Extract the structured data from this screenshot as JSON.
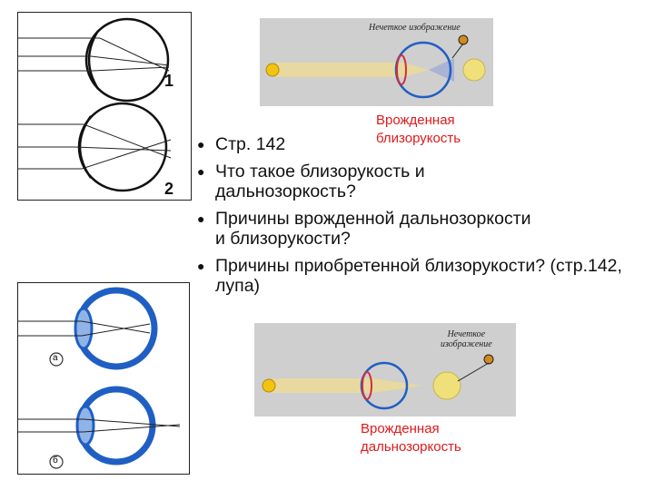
{
  "bullets": [
    "Стр. 142",
    "Что такое близорукость и дальнозоркость?",
    "Причины врожденной дальнозоркости и близорукости?",
    "Причины приобретенной близорукости? (стр.142, лупа)"
  ],
  "top_left_figure": {
    "label_1": "1",
    "label_2": "2"
  },
  "bottom_left_figure": {
    "label_a": "а",
    "label_b": "б"
  },
  "myopia_figure": {
    "blur_label": "Нечеткое изображение",
    "caption": "Врожденная близорукость"
  },
  "hyperopia_figure": {
    "blur_label_line1": "Нечеткое",
    "blur_label_line2": "изображение",
    "caption": "Врожденная дальнозоркость"
  },
  "colors": {
    "caption": "#e0191b",
    "eye_blue": "#1f5fc4",
    "beam": "#e8d9a0",
    "figure_bg": "#cfcfcf"
  }
}
